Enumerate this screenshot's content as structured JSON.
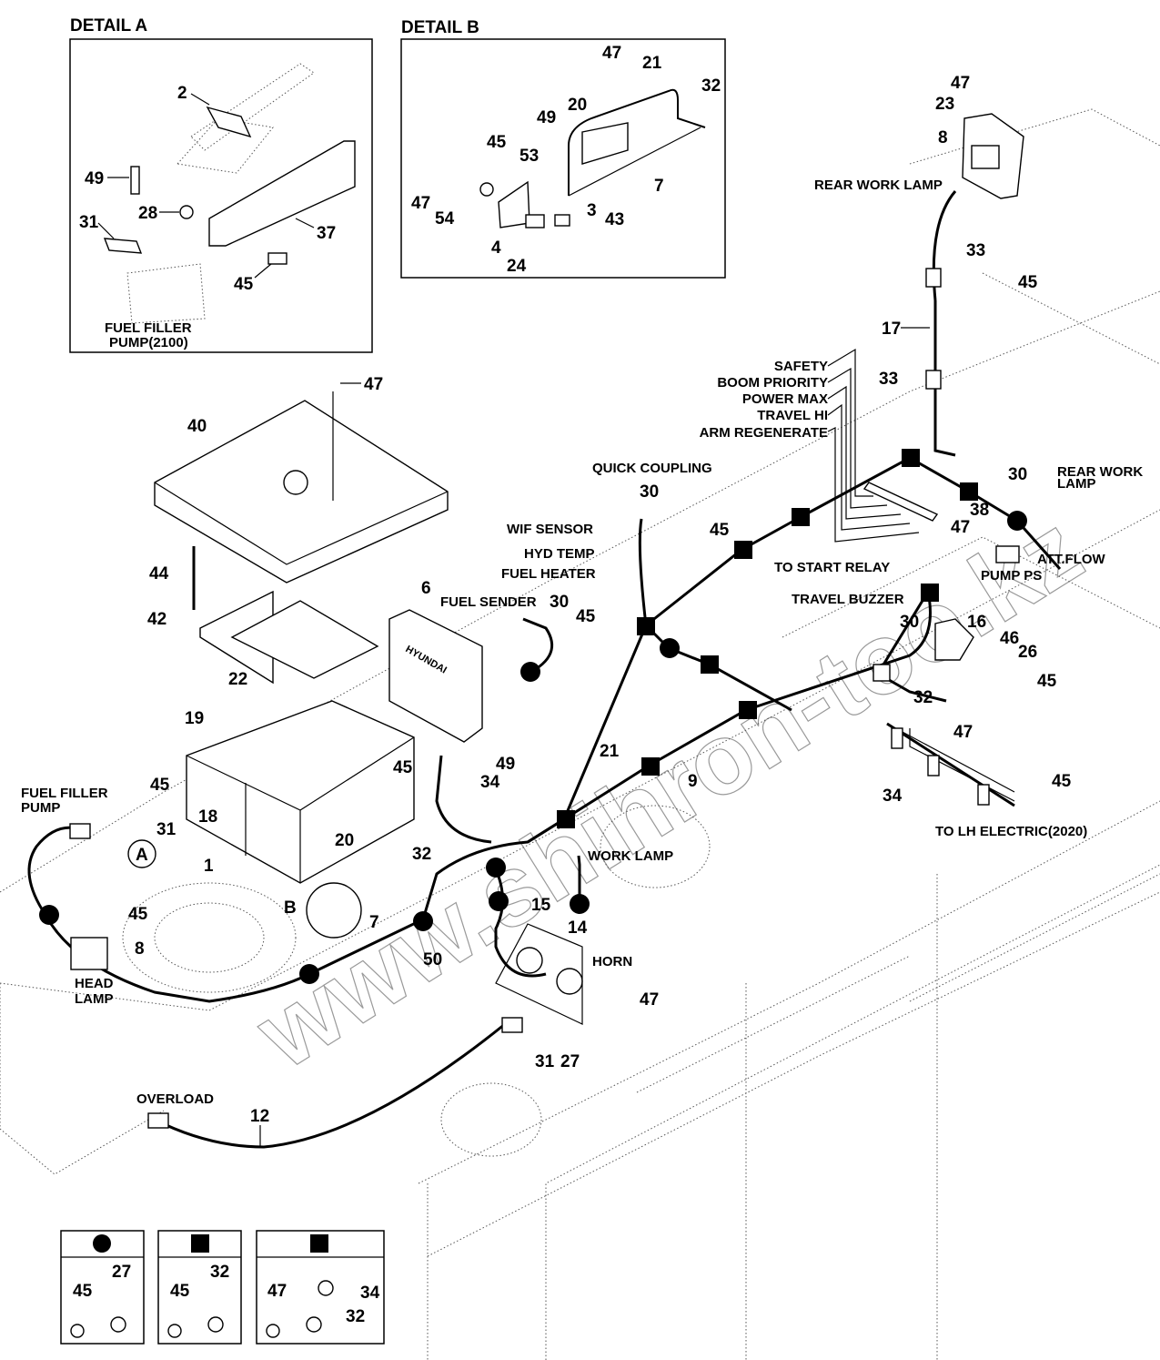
{
  "diagram": {
    "manufacturer_logo": "HYUNDAI",
    "watermark": "www.shihron-too.kz",
    "detail_a": {
      "title": "DETAIL  A",
      "callouts": [
        "2",
        "49",
        "28",
        "31",
        "37",
        "45"
      ],
      "caption_line1": "FUEL FILLER",
      "caption_line2": "PUMP(2100)"
    },
    "detail_b": {
      "title": "DETAIL  B",
      "callouts": [
        "47",
        "21",
        "32",
        "20",
        "49",
        "45",
        "53",
        "7",
        "47",
        "54",
        "3",
        "43",
        "4",
        "24"
      ]
    },
    "main": {
      "labels": {
        "rear_work_lamp_top": "REAR WORK LAMP",
        "safety": "SAFETY",
        "boom_priority": "BOOM PRIORITY",
        "power_max": "POWER MAX",
        "travel_hi": "TRAVEL HI",
        "arm_regenerate": "ARM REGENERATE",
        "quick_coupling": "QUICK COUPLING",
        "wif_sensor": "WIF SENSOR",
        "hyd_temp": "HYD TEMP",
        "fuel_heater": "FUEL HEATER",
        "fuel_sender": "FUEL SENDER",
        "to_start_relay": "TO START RELAY",
        "travel_buzzer": "TRAVEL BUZZER",
        "rear_work_lamp_right_1": "REAR WORK",
        "rear_work_lamp_right_2": "LAMP",
        "att_flow": "ATT.FLOW",
        "pump_ps": "PUMP PS",
        "to_lh_electric": "TO LH ELECTRIC(2020)",
        "fuel_filler_pump_1": "FUEL FILLER",
        "fuel_filler_pump_2": "PUMP",
        "head_lamp_1": "HEAD",
        "head_lamp_2": "LAMP",
        "work_lamp": "WORK LAMP",
        "horn": "HORN",
        "overload": "OVERLOAD",
        "detail_marker_a": "A",
        "detail_marker_b": "B"
      },
      "callouts": {
        "c47_top": "47",
        "c23": "23",
        "c8_top": "8",
        "c33_a": "33",
        "c45_a": "45",
        "c17": "17",
        "c33_b": "33",
        "c47_cover": "47",
        "c40": "40",
        "c44": "44",
        "c42": "42",
        "c22": "22",
        "c6": "6",
        "c30_qc": "30",
        "c45_qc": "45",
        "c30_fs": "30",
        "c45_fs": "45",
        "c30_r": "30",
        "c38": "38",
        "c47_r": "47",
        "c16": "16",
        "c46": "46",
        "c26": "26",
        "c45_r2": "45",
        "c30_tb": "30",
        "c32_r": "32",
        "c47_r2": "47",
        "c34_r": "34",
        "c45_r3": "45",
        "c19": "19",
        "c18": "18",
        "c45_bat": "45",
        "c20": "20",
        "c1": "1",
        "c49_ecu": "49",
        "c34_ecu": "34",
        "c21": "21",
        "c9": "9",
        "c45_ffp": "45",
        "c31_ffp": "31",
        "c45_hl": "45",
        "c8_hl": "8",
        "c7": "7",
        "c32_mid": "32",
        "c15": "15",
        "c14": "14",
        "c50": "50",
        "c47_horn": "47",
        "c31_horn": "31",
        "c27_horn": "27",
        "c12": "12"
      }
    },
    "legend": [
      {
        "symbol": "round-clip",
        "parts": [
          "45",
          "27"
        ]
      },
      {
        "symbol": "square-clip",
        "parts": [
          "45",
          "32"
        ]
      },
      {
        "symbol": "square-clip",
        "parts": [
          "47",
          "34",
          "32"
        ]
      }
    ]
  }
}
